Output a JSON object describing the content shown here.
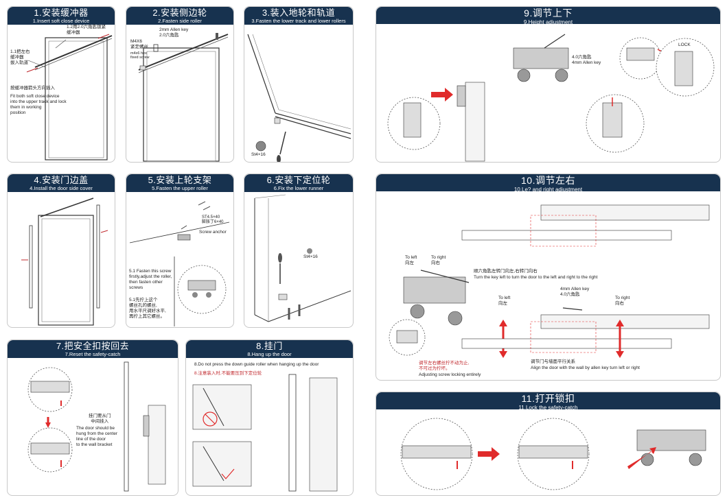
{
  "colors": {
    "header_bg": "#17324f",
    "arrow_red": "#e02b2b",
    "brick_fill": "#f4f4f4"
  },
  "steps": [
    {
      "title_cn": "1.安装缓冲器",
      "title_en": "1.Insert soft close device",
      "labels": {
        "a": "1.2用2.0六角匙锁紧\n缓冲器",
        "b": "1.1把左右\n缓冲器\n拔入轨道",
        "c": "按缓冲器箭头方向插入",
        "d": "Fit both soft close device\ninto the upper track and lock\nthem in working\nposition"
      }
    },
    {
      "title_cn": "2.安装侧边轮",
      "title_en": "2.Fasten side roller",
      "labels": {
        "a": "2mm Allen key\n2.0六角匙",
        "b": "M4X6\n紧定螺丝",
        "c": "m4x6 hex\nfixed screw"
      }
    },
    {
      "title_cn": "3.装入地轮和轨道",
      "title_en": "3.Fasten the lower track and lower rollers",
      "labels": {
        "a": "St4×16"
      }
    },
    {
      "title_cn": "4.安装门边盖",
      "title_en": "4.Install the door side cover"
    },
    {
      "title_cn": "5.安装上轮支架",
      "title_en": "5.Fasten the upper roller",
      "labels": {
        "a": "ST4.5×40\n膨胀丁6×40",
        "b": "Screw anchor",
        "c": "5.1 Fasten this screw\nfirstly,adjust the roller,\nthen fasten other\nscrews",
        "d": "5.1先拧上这个\n螺丝孔的螺丝,\n用水平尺调好水平,\n再拧上其它螺丝。"
      }
    },
    {
      "title_cn": "6.安装下定位轮",
      "title_en": "6.Fix the lower runner",
      "labels": {
        "a": "St4×16"
      }
    },
    {
      "title_cn": "7.把安全扣按回去",
      "title_en": "7.Reset the safety-catch",
      "labels": {
        "a": "挂门要从门\n中间挂入",
        "b": "The door should be\nhung from the center\nline of the door\nto the wall bracket"
      }
    },
    {
      "title_cn": "8.挂门",
      "title_en": "8.Hang up the door",
      "labels": {
        "a": "8.Do not press the down guide roller when hanging up the door",
        "b": "8.注意装入时,不能要压到下定位轮"
      }
    },
    {
      "title_cn": "9.调节上下",
      "title_en": "9.Height adjustment",
      "labels": {
        "a": "4.0六角匙\n4mm Allen key",
        "b": "LOCK"
      }
    },
    {
      "title_cn": "10.调节左右",
      "title_en": "10.Le? and right adjustment",
      "labels": {
        "a": "To left\n向左",
        "b": "To right\n向右",
        "c": "顺六角匙左转门向左,右转门向右",
        "d": "Turn the key left to turn the door to the left and right to the right",
        "e": "To left\n向左",
        "f": "4mm Allen key\n4.0六角匙",
        "g": "To right\n向右",
        "h": "调节左右螺丝拧不动为止,\n不可过为拧坏。",
        "i": "Adjusting screw locking entirely",
        "j": "调节门与墙面平行关系",
        "k": "Align the door with the wall by allen key turn left or right"
      }
    },
    {
      "title_cn": "11.打开锁扣",
      "title_en": "11.Lock the safety-catch"
    }
  ]
}
